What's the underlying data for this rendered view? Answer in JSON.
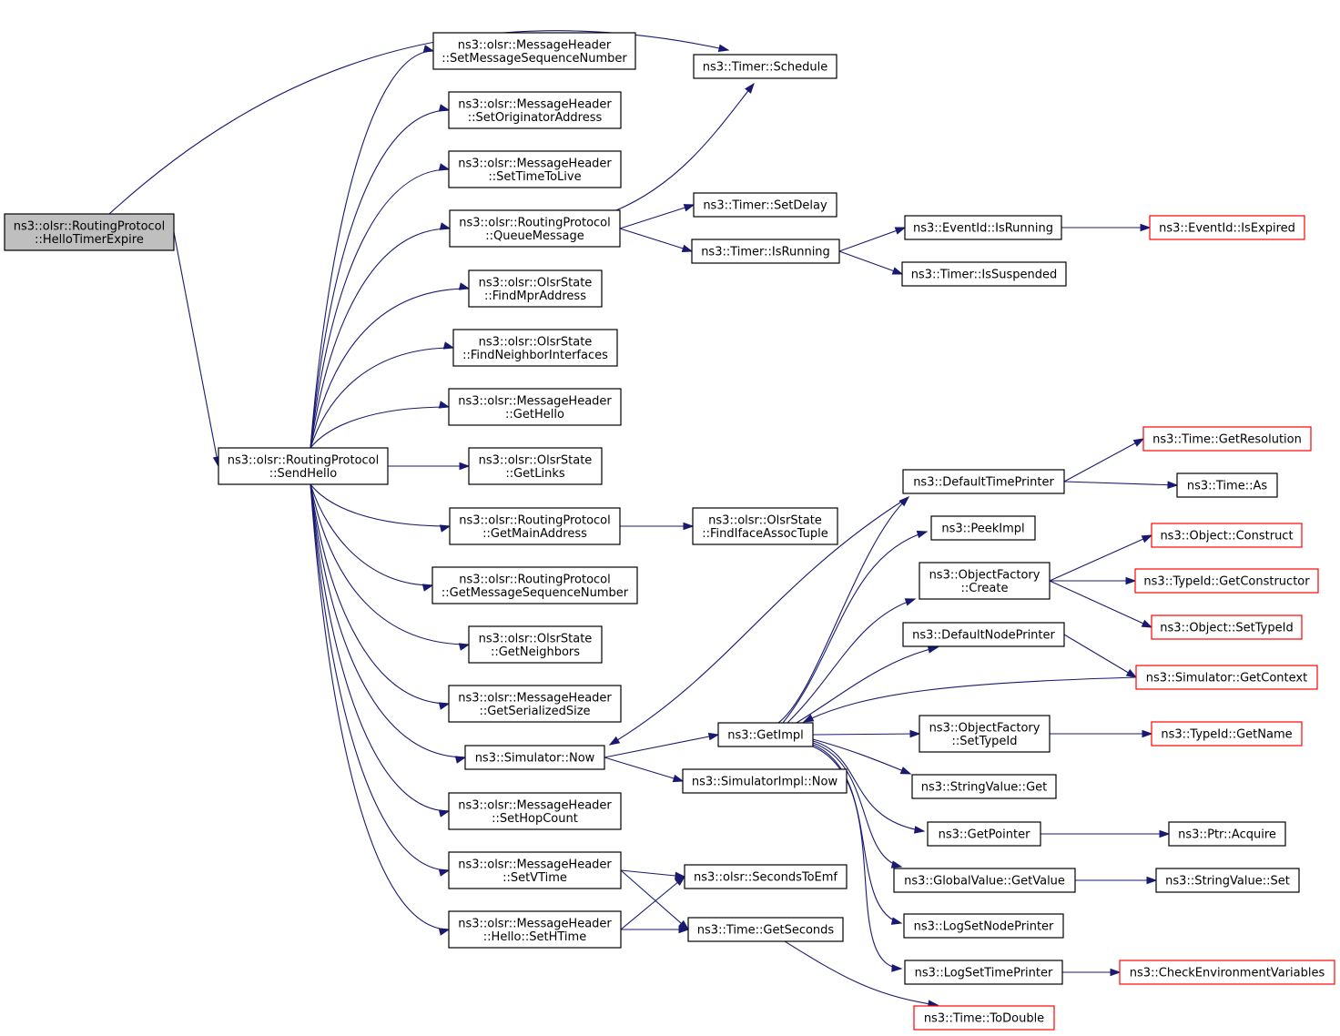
{
  "colors": {
    "edge": "#191970",
    "node_border": "#000000",
    "truncated_node_border": "#ff0000",
    "root_fill": "#bfbfbf",
    "node_fill": "#ffffff"
  },
  "nodes": {
    "hello_timer_expire": {
      "lines": [
        "ns3::olsr::RoutingProtocol",
        "::HelloTimerExpire"
      ]
    },
    "send_hello": {
      "lines": [
        "ns3::olsr::RoutingProtocol",
        "::SendHello"
      ]
    },
    "set_msg_seq_num": {
      "lines": [
        "ns3::olsr::MessageHeader",
        "::SetMessageSequenceNumber"
      ]
    },
    "set_originator_address": {
      "lines": [
        "ns3::olsr::MessageHeader",
        "::SetOriginatorAddress"
      ]
    },
    "set_time_to_live": {
      "lines": [
        "ns3::olsr::MessageHeader",
        "::SetTimeToLive"
      ]
    },
    "queue_message": {
      "lines": [
        "ns3::olsr::RoutingProtocol",
        "::QueueMessage"
      ]
    },
    "find_mpr_address": {
      "lines": [
        "ns3::olsr::OlsrState",
        "::FindMprAddress"
      ]
    },
    "find_neighbor_interfaces": {
      "lines": [
        "ns3::olsr::OlsrState",
        "::FindNeighborInterfaces"
      ]
    },
    "get_hello": {
      "lines": [
        "ns3::olsr::MessageHeader",
        "::GetHello"
      ]
    },
    "get_links": {
      "lines": [
        "ns3::olsr::OlsrState",
        "::GetLinks"
      ]
    },
    "get_main_address": {
      "lines": [
        "ns3::olsr::RoutingProtocol",
        "::GetMainAddress"
      ]
    },
    "get_msg_seq_num": {
      "lines": [
        "ns3::olsr::RoutingProtocol",
        "::GetMessageSequenceNumber"
      ]
    },
    "get_neighbors": {
      "lines": [
        "ns3::olsr::OlsrState",
        "::GetNeighbors"
      ]
    },
    "get_serialized_size": {
      "lines": [
        "ns3::olsr::MessageHeader",
        "::GetSerializedSize"
      ]
    },
    "simulator_now": {
      "lines": [
        "ns3::Simulator::Now"
      ]
    },
    "set_hop_count": {
      "lines": [
        "ns3::olsr::MessageHeader",
        "::SetHopCount"
      ]
    },
    "set_vtime": {
      "lines": [
        "ns3::olsr::MessageHeader",
        "::SetVTime"
      ]
    },
    "hello_set_htime": {
      "lines": [
        "ns3::olsr::MessageHeader",
        "::Hello::SetHTime"
      ]
    },
    "timer_schedule": {
      "lines": [
        "ns3::Timer::Schedule"
      ]
    },
    "timer_set_delay": {
      "lines": [
        "ns3::Timer::SetDelay"
      ]
    },
    "timer_is_running": {
      "lines": [
        "ns3::Timer::IsRunning"
      ]
    },
    "find_iface_assoc_tuple": {
      "lines": [
        "ns3::olsr::OlsrState",
        "::FindIfaceAssocTuple"
      ]
    },
    "get_impl": {
      "lines": [
        "ns3::GetImpl"
      ]
    },
    "simulator_impl_now": {
      "lines": [
        "ns3::SimulatorImpl::Now"
      ]
    },
    "seconds_to_emf": {
      "lines": [
        "ns3::olsr::SecondsToEmf"
      ]
    },
    "time_get_seconds": {
      "lines": [
        "ns3::Time::GetSeconds"
      ]
    },
    "time_to_double": {
      "lines": [
        "ns3::Time::ToDouble"
      ]
    },
    "event_id_is_running": {
      "lines": [
        "ns3::EventId::IsRunning"
      ]
    },
    "timer_is_suspended": {
      "lines": [
        "ns3::Timer::IsSuspended"
      ]
    },
    "event_id_is_expired": {
      "lines": [
        "ns3::EventId::IsExpired"
      ]
    },
    "default_time_printer": {
      "lines": [
        "ns3::DefaultTimePrinter"
      ]
    },
    "peek_impl": {
      "lines": [
        "ns3::PeekImpl"
      ]
    },
    "object_factory_create": {
      "lines": [
        "ns3::ObjectFactory",
        "::Create"
      ]
    },
    "default_node_printer": {
      "lines": [
        "ns3::DefaultNodePrinter"
      ]
    },
    "object_factory_set_type_id": {
      "lines": [
        "ns3::ObjectFactory",
        "::SetTypeId"
      ]
    },
    "string_value_get": {
      "lines": [
        "ns3::StringValue::Get"
      ]
    },
    "get_pointer": {
      "lines": [
        "ns3::GetPointer"
      ]
    },
    "global_value_get_value": {
      "lines": [
        "ns3::GlobalValue::GetValue"
      ]
    },
    "log_set_node_printer": {
      "lines": [
        "ns3::LogSetNodePrinter"
      ]
    },
    "log_set_time_printer": {
      "lines": [
        "ns3::LogSetTimePrinter"
      ]
    },
    "time_get_resolution": {
      "lines": [
        "ns3::Time::GetResolution"
      ]
    },
    "time_as": {
      "lines": [
        "ns3::Time::As"
      ]
    },
    "object_construct": {
      "lines": [
        "ns3::Object::Construct"
      ]
    },
    "type_id_get_constructor": {
      "lines": [
        "ns3::TypeId::GetConstructor"
      ]
    },
    "object_set_type_id": {
      "lines": [
        "ns3::Object::SetTypeId"
      ]
    },
    "simulator_get_context": {
      "lines": [
        "ns3::Simulator::GetContext"
      ]
    },
    "type_id_get_name": {
      "lines": [
        "ns3::TypeId::GetName"
      ]
    },
    "ptr_acquire": {
      "lines": [
        "ns3::Ptr::Acquire"
      ]
    },
    "string_value_set": {
      "lines": [
        "ns3::StringValue::Set"
      ]
    },
    "check_environment_variables": {
      "lines": [
        "ns3::CheckEnvironmentVariables"
      ]
    }
  },
  "edges": [
    [
      "hello_timer_expire",
      "timer_schedule"
    ],
    [
      "hello_timer_expire",
      "send_hello"
    ],
    [
      "send_hello",
      "set_msg_seq_num"
    ],
    [
      "send_hello",
      "set_originator_address"
    ],
    [
      "send_hello",
      "set_time_to_live"
    ],
    [
      "send_hello",
      "queue_message"
    ],
    [
      "send_hello",
      "find_mpr_address"
    ],
    [
      "send_hello",
      "find_neighbor_interfaces"
    ],
    [
      "send_hello",
      "get_hello"
    ],
    [
      "send_hello",
      "get_links"
    ],
    [
      "send_hello",
      "get_main_address"
    ],
    [
      "send_hello",
      "get_msg_seq_num"
    ],
    [
      "send_hello",
      "get_neighbors"
    ],
    [
      "send_hello",
      "get_serialized_size"
    ],
    [
      "send_hello",
      "simulator_now"
    ],
    [
      "send_hello",
      "set_hop_count"
    ],
    [
      "send_hello",
      "set_vtime"
    ],
    [
      "send_hello",
      "hello_set_htime"
    ],
    [
      "queue_message",
      "timer_schedule"
    ],
    [
      "queue_message",
      "timer_set_delay"
    ],
    [
      "queue_message",
      "timer_is_running"
    ],
    [
      "timer_is_running",
      "event_id_is_running"
    ],
    [
      "timer_is_running",
      "timer_is_suspended"
    ],
    [
      "event_id_is_running",
      "event_id_is_expired"
    ],
    [
      "get_main_address",
      "find_iface_assoc_tuple"
    ],
    [
      "simulator_now",
      "get_impl"
    ],
    [
      "simulator_now",
      "simulator_impl_now"
    ],
    [
      "set_vtime",
      "seconds_to_emf"
    ],
    [
      "set_vtime",
      "time_get_seconds"
    ],
    [
      "hello_set_htime",
      "seconds_to_emf"
    ],
    [
      "hello_set_htime",
      "time_get_seconds"
    ],
    [
      "time_get_seconds",
      "time_to_double"
    ],
    [
      "get_impl",
      "default_time_printer"
    ],
    [
      "get_impl",
      "peek_impl"
    ],
    [
      "get_impl",
      "object_factory_create"
    ],
    [
      "get_impl",
      "default_node_printer"
    ],
    [
      "get_impl",
      "object_factory_set_type_id"
    ],
    [
      "get_impl",
      "string_value_get"
    ],
    [
      "get_impl",
      "get_pointer"
    ],
    [
      "get_impl",
      "global_value_get_value"
    ],
    [
      "get_impl",
      "log_set_node_printer"
    ],
    [
      "get_impl",
      "log_set_time_printer"
    ],
    [
      "default_time_printer",
      "simulator_now"
    ],
    [
      "default_time_printer",
      "time_get_resolution"
    ],
    [
      "default_time_printer",
      "time_as"
    ],
    [
      "object_factory_create",
      "object_construct"
    ],
    [
      "object_factory_create",
      "type_id_get_constructor"
    ],
    [
      "object_factory_create",
      "object_set_type_id"
    ],
    [
      "default_node_printer",
      "simulator_get_context"
    ],
    [
      "simulator_get_context",
      "get_impl"
    ],
    [
      "object_factory_set_type_id",
      "type_id_get_name"
    ],
    [
      "get_pointer",
      "ptr_acquire"
    ],
    [
      "global_value_get_value",
      "string_value_set"
    ],
    [
      "log_set_time_printer",
      "check_environment_variables"
    ]
  ]
}
